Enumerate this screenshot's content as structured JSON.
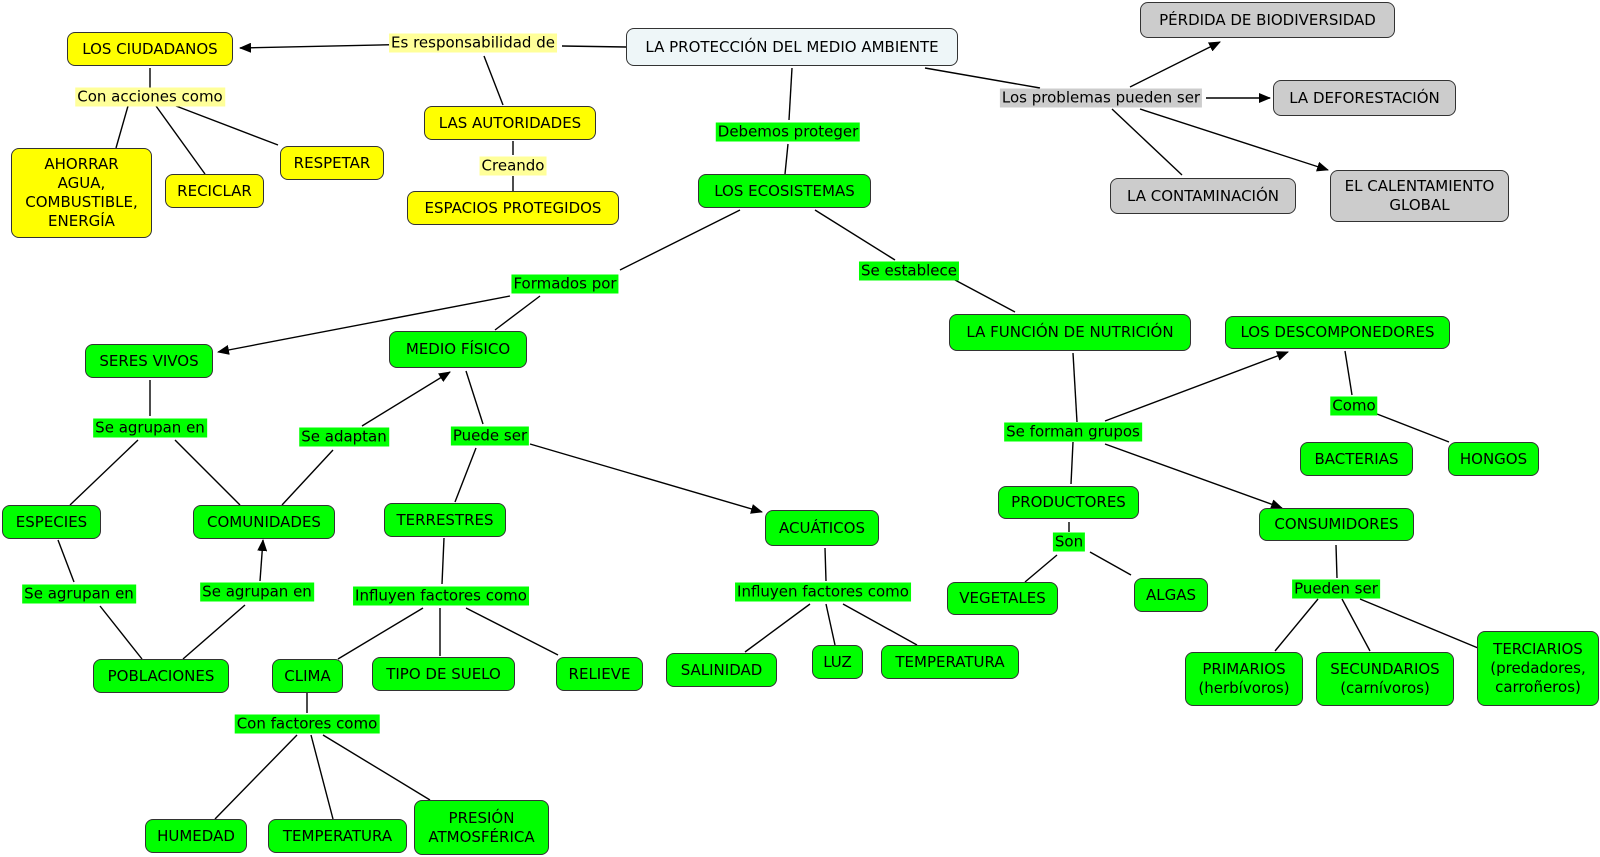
{
  "concepts": {
    "root": "LA PROTECCIÓN DEL MEDIO AMBIENTE",
    "ciudadanos": "LOS CIUDADANOS",
    "autoridades": "LAS AUTORIDADES",
    "espacios": "ESPACIOS PROTEGIDOS",
    "ahorrar": "AHORRAR\nAGUA,\nCOMBUSTIBLE,\nENERGÍA",
    "reciclar": "RECICLAR",
    "respetar": "RESPETAR",
    "biodiversidad": "PÉRDIDA DE BIODIVERSIDAD",
    "deforestacion": "LA DEFORESTACIÓN",
    "contaminacion": "LA CONTAMINACIÓN",
    "calentamiento": "EL CALENTAMIENTO\nGLOBAL",
    "ecosistemas": "LOS ECOSISTEMAS",
    "seres_vivos": "SERES VIVOS",
    "medio_fisico": "MEDIO FÍSICO",
    "funcion": "LA FUNCIÓN DE NUTRICIÓN",
    "descomponedores": "LOS DESCOMPONEDORES",
    "bacterias": "BACTERIAS",
    "hongos": "HONGOS",
    "productores": "PRODUCTORES",
    "consumidores": "CONSUMIDORES",
    "vegetales": "VEGETALES",
    "algas": "ALGAS",
    "primarios": "PRIMARIOS\n(herbívoros)",
    "secundarios": "SECUNDARIOS\n(carnívoros)",
    "terciarios": "TERCIARIOS\n(predadores,\ncarroñeros)",
    "especies": "ESPECIES",
    "comunidades": "COMUNIDADES",
    "poblaciones": "POBLACIONES",
    "terrestres": "TERRESTRES",
    "acuaticos": "ACUÁTICOS",
    "clima": "CLIMA",
    "tipo_suelo": "TIPO DE SUELO",
    "relieve": "RELIEVE",
    "salinidad": "SALINIDAD",
    "luz": "LUZ",
    "temperatura_acu": "TEMPERATURA",
    "humedad": "HUMEDAD",
    "temperatura_clima": "TEMPERATURA",
    "presion": "PRESIÓN\nATMOSFÉRICA"
  },
  "linking_phrases": {
    "responsabilidad": "Es responsabilidad de",
    "acciones": "Con acciones como",
    "creando": "Creando",
    "problemas": "Los problemas pueden ser",
    "debemos": "Debemos proteger",
    "formados": "Formados por",
    "establece": "Se establece",
    "forman_grupos": "Se forman grupos",
    "como": "Como",
    "son": "Son",
    "pueden_ser": "Pueden ser",
    "agrupan1": "Se agrupan en",
    "adaptan": "Se adaptan",
    "puede_ser": "Puede ser",
    "agrupan2": "Se agrupan en",
    "agrupan3": "Se agrupan en",
    "influyen_t": "Influyen factores como",
    "influyen_a": "Influyen factores como",
    "factores": "Con factores como"
  },
  "colors": {
    "citizens": "#ffff00",
    "ecosystem": "#00ff00",
    "problems": "#cccccc",
    "root": "#eef6f8",
    "line": "#000000"
  }
}
